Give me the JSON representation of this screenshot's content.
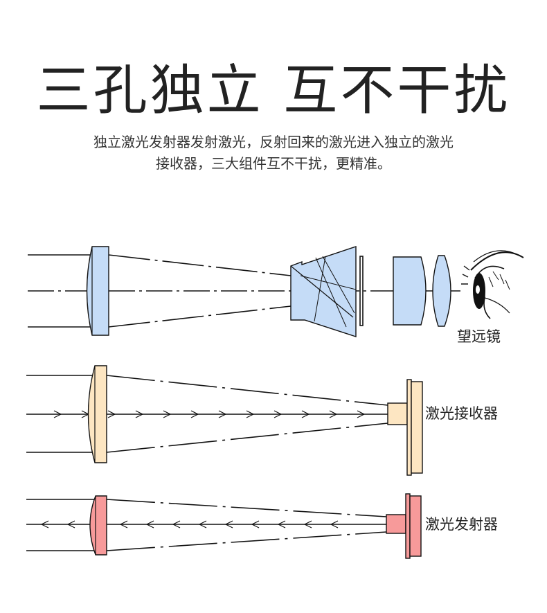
{
  "header": {
    "title": "三孔独立 互不干扰",
    "subtitle_line1": "独立激光发射器发射激光，反射回来的激光进入独立的激光",
    "subtitle_line2": "接收器，三大组件互不干扰，更精准。"
  },
  "diagrams": {
    "telescope_label": "望远镜",
    "receiver_label": "激光接收器",
    "emitter_label": "激光发射器"
  },
  "colors": {
    "telescope_fill": "#c5dcf7",
    "receiver_fill": "#fde6c2",
    "emitter_fill": "#f79a9a",
    "stroke": "#111111"
  }
}
